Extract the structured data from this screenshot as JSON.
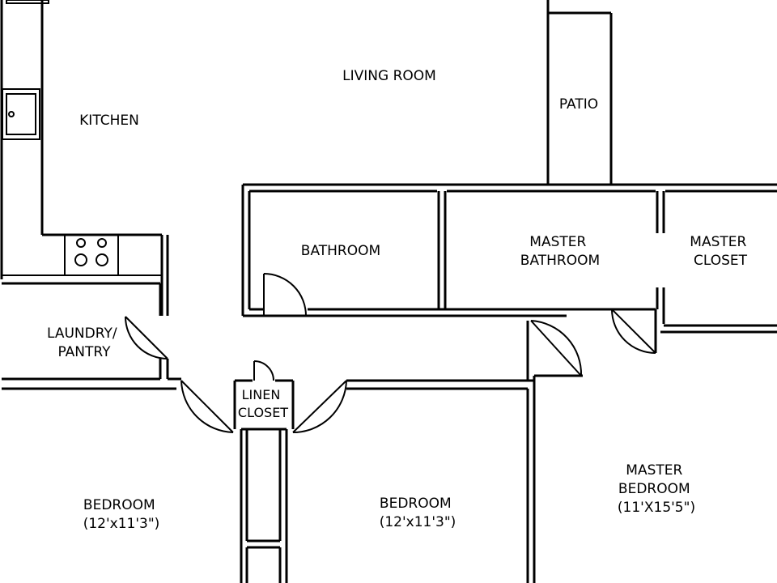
{
  "rooms": {
    "living_room": [
      "LIVING ROOM"
    ],
    "kitchen": [
      "KITCHEN"
    ],
    "patio": [
      "PATIO"
    ],
    "bathroom": [
      "BATHROOM"
    ],
    "master_bathroom": [
      "MASTER",
      "BATHROOM"
    ],
    "master_closet": [
      "MASTER",
      "CLOSET"
    ],
    "laundry_pantry": [
      "LAUNDRY/",
      "PANTRY"
    ],
    "linen_closet": [
      "LINEN",
      "CLOSET"
    ],
    "bedroom_left": [
      "BEDROOM",
      "(12'x11'3\")"
    ],
    "bedroom_middle": [
      "BEDROOM",
      "(12'x11'3\")"
    ],
    "master_bedroom": [
      "MASTER",
      "BEDROOM",
      "(11'X15'5\")"
    ]
  }
}
